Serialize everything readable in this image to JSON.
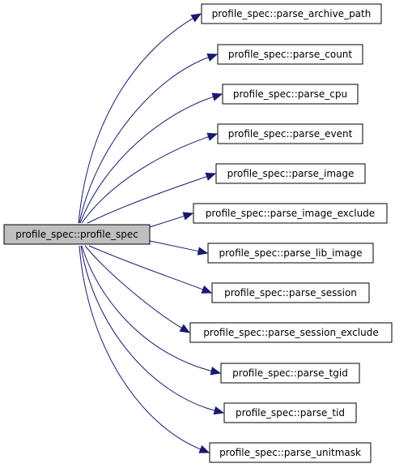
{
  "diagram": {
    "colors": {
      "root_fill": "#bfbfbf",
      "node_fill": "#ffffff",
      "edge": "#191970",
      "border": "#000000"
    },
    "root": {
      "label": "profile_spec::profile_spec"
    },
    "children": [
      {
        "label": "profile_spec::parse_archive_path"
      },
      {
        "label": "profile_spec::parse_count"
      },
      {
        "label": "profile_spec::parse_cpu"
      },
      {
        "label": "profile_spec::parse_event"
      },
      {
        "label": "profile_spec::parse_image"
      },
      {
        "label": "profile_spec::parse_image_exclude"
      },
      {
        "label": "profile_spec::parse_lib_image"
      },
      {
        "label": "profile_spec::parse_session"
      },
      {
        "label": "profile_spec::parse_session_exclude"
      },
      {
        "label": "profile_spec::parse_tgid"
      },
      {
        "label": "profile_spec::parse_tid"
      },
      {
        "label": "profile_spec::parse_unitmask"
      }
    ]
  }
}
